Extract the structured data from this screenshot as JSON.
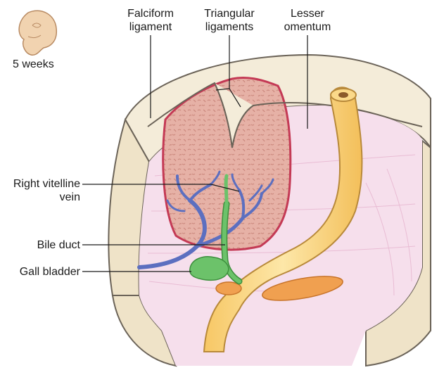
{
  "stage_label": "5 weeks",
  "labels": {
    "falciform": [
      "Falciform",
      "ligament"
    ],
    "triangular": [
      "Triangular",
      "ligaments"
    ],
    "lesser_omentum": [
      "Lesser",
      "omentum"
    ],
    "right_vitelline_vein": [
      "Right vitelline",
      "vein"
    ],
    "bile_duct": "Bile duct",
    "gall_bladder": "Gall bladder"
  },
  "colors": {
    "wall": "#f3ead6",
    "wall_stroke": "#6b6358",
    "peritoneum": "#f4dcea",
    "liver": "#e8b3a8",
    "liver_border": "#c43a55",
    "gut": "#fbd98a",
    "gut_stroke": "#b8893a",
    "vein": "#5c6fc0",
    "bile": "#6cc26a",
    "pancreas": "#f0a050"
  }
}
